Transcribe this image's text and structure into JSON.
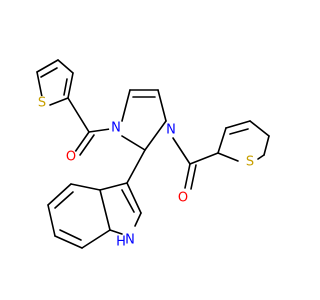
{
  "molecule": {
    "atom_labels": {
      "S_left": "S",
      "N1": "N",
      "O_left": "O",
      "N3": "N",
      "S_right": "S",
      "O_right": "O",
      "NH_indole": "H",
      "N_indole": "N"
    },
    "colors": {
      "bond": "#000000",
      "S": "#c8a000",
      "N": "#0000ff",
      "O": "#ff0000"
    }
  }
}
